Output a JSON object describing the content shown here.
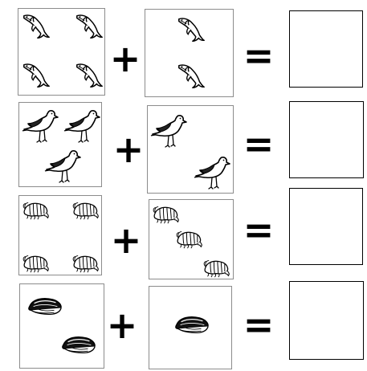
{
  "worksheet": {
    "operators": {
      "plus": "+",
      "equals": "="
    },
    "rows": [
      {
        "animal": "dolphin",
        "left_count": 4,
        "right_count": 2,
        "answer": ""
      },
      {
        "animal": "seagull",
        "left_count": 3,
        "right_count": 2,
        "answer": ""
      },
      {
        "animal": "shrimp",
        "left_count": 4,
        "right_count": 3,
        "answer": ""
      },
      {
        "animal": "mussel",
        "left_count": 2,
        "right_count": 1,
        "answer": ""
      }
    ]
  },
  "icons": {
    "dolphin": "dolphin-icon",
    "seagull": "seagull-icon",
    "shrimp": "shrimp-icon",
    "mussel": "mussel-icon"
  },
  "colors": {
    "stroke": "#000000",
    "panel_border": "#8c8c8c",
    "background": "#ffffff"
  }
}
